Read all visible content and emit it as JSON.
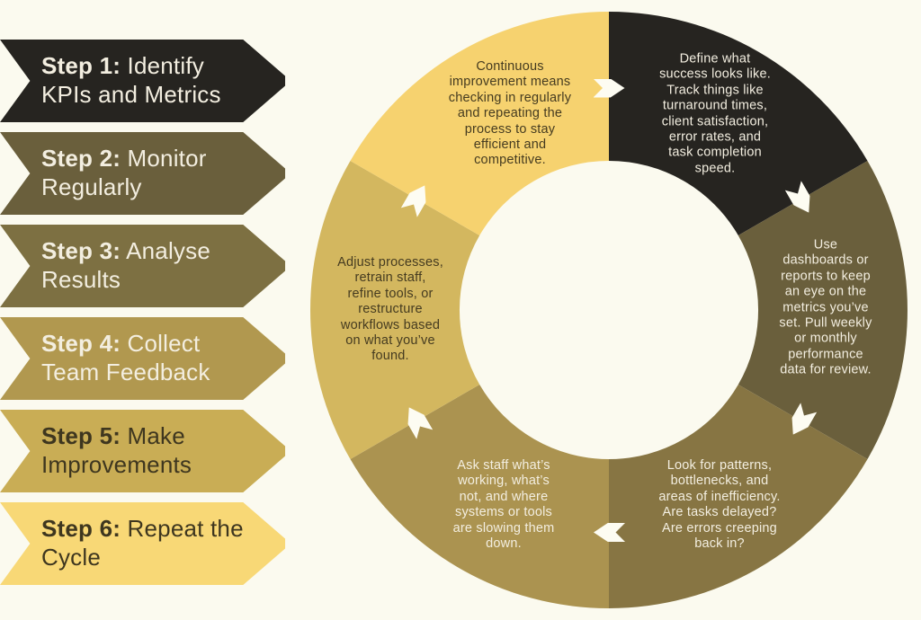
{
  "page": {
    "background": "#fbfaef",
    "arrow_color": "#fdfcf2"
  },
  "steps": [
    {
      "label": "Step 1:",
      "rest": " Identify KPIs and Metrics",
      "color": "#262420",
      "text_color": "#f3eee0"
    },
    {
      "label": "Step 2:",
      "rest": " Monitor Regularly",
      "color": "#6a5f3c",
      "text_color": "#f3eee0"
    },
    {
      "label": "Step 3:",
      "rest": " Analyse Results",
      "color": "#7d7042",
      "text_color": "#f3eee0"
    },
    {
      "label": "Step 4:",
      "rest": " Collect Team Feedback",
      "color": "#b1984f",
      "text_color": "#f3eee0"
    },
    {
      "label": "Step 5:",
      "rest": " Make Improvements",
      "color": "#c9ad55",
      "text_color": "#3e361f"
    },
    {
      "label": "Step 6:",
      "rest": " Repeat the Cycle",
      "color": "#f8d876",
      "text_color": "#3e361f"
    }
  ],
  "wheel": {
    "segments": [
      {
        "name": "identify-kpis",
        "color": "#262420",
        "text_color": "#f3eee0",
        "text": "Define what\nsuccess looks like.\nTrack things like\nturnaround times,\nclient satisfaction,\nerror rates, and\ntask completion\nspeed."
      },
      {
        "name": "monitor",
        "color": "#6a5f3c",
        "text_color": "#f3eee0",
        "text": "Use\ndashboards or\nreports to keep\nan eye on the\nmetrics you’ve\nset. Pull weekly\nor monthly\nperformance\ndata for review."
      },
      {
        "name": "analyse",
        "color": "#877543",
        "text_color": "#f3eee0",
        "text": "Look for patterns,\nbottlenecks, and\nareas of inefficiency.\nAre tasks delayed?\nAre errors creeping\nback in?"
      },
      {
        "name": "team-feedback",
        "color": "#ab9350",
        "text_color": "#f3eee0",
        "text": "Ask staff what’s\nworking, what’s\nnot, and where\nsystems or tools\nare slowing them\ndown."
      },
      {
        "name": "improvements",
        "color": "#d3b75f",
        "text_color": "#453b20",
        "text": "Adjust processes,\nretrain staff,\nrefine tools, or\nrestructure\nworkflows based\non what you’ve\nfound."
      },
      {
        "name": "repeat-cycle",
        "color": "#f6d26f",
        "text_color": "#453b20",
        "text": "Continuous\nimprovement means\nchecking in regularly\nand repeating the\nprocess to stay\nefficient and\ncompetitive."
      }
    ]
  }
}
